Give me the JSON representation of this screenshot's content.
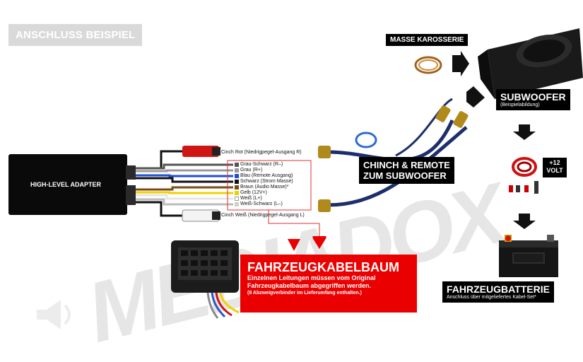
{
  "title": "ANSCHLUSS BEISPIEL",
  "watermark": "MEDIADOX",
  "adapter": {
    "label": "HIGH-LEVEL ADAPTER"
  },
  "cinch_top_label": "Cinch Rot (Niedrigpegel-Ausgang R)",
  "cinch_bottom_label": "Cinch Weiß (Niedrigpegel-Ausgang L)",
  "wires": [
    {
      "label": "Grau-Schwarz (R–)",
      "color": "#555555"
    },
    {
      "label": "Grau (R+)",
      "color": "#9a9a9a"
    },
    {
      "label": "Blau (Remote Ausgang)",
      "color": "#1f4fd1"
    },
    {
      "label": "Schwarz (Strom Masse)",
      "color": "#111111"
    },
    {
      "label": "Braun (Audio Masse)*",
      "color": "#7a4a1e"
    },
    {
      "label": "Gelb (12V+)",
      "color": "#f0d000"
    },
    {
      "label": "Weiß (L+)",
      "color": "#ffffff"
    },
    {
      "label": "Weiß-Schwarz (L–)",
      "color": "#cfcfcf"
    }
  ],
  "masse": {
    "label": "MASSE KAROSSERIE"
  },
  "subwoofer": {
    "title": "SUBWOOFER",
    "subtitle": "(Beispielabildung)"
  },
  "cinch_remote": {
    "line1": "CHINCH & REMOTE",
    "line2": "ZUM SUBWOOFER"
  },
  "kabelset": {
    "label_line1": "+12",
    "label_line2": "VOLT"
  },
  "fahrzeugkabelbaum": {
    "title": "FAHRZEUGKABELBAUM",
    "line1": "Einzelnen Leitungen müssen vom Original",
    "line2": "Fahrzeugkabelbaum abgegriffen werden.",
    "line3": "(8 Abzweigverbinder im Lieferumfang enthalten.)"
  },
  "batterie": {
    "title": "FAHRZEUGBATTERIE",
    "subtitle": "Anschluss über mitgeliefertes Kabel-Set*"
  },
  "colors": {
    "accent_red": "#ea0000",
    "black": "#000000",
    "label_gray": "#d9d9d9",
    "cable_blue": "#1d2f6b"
  }
}
